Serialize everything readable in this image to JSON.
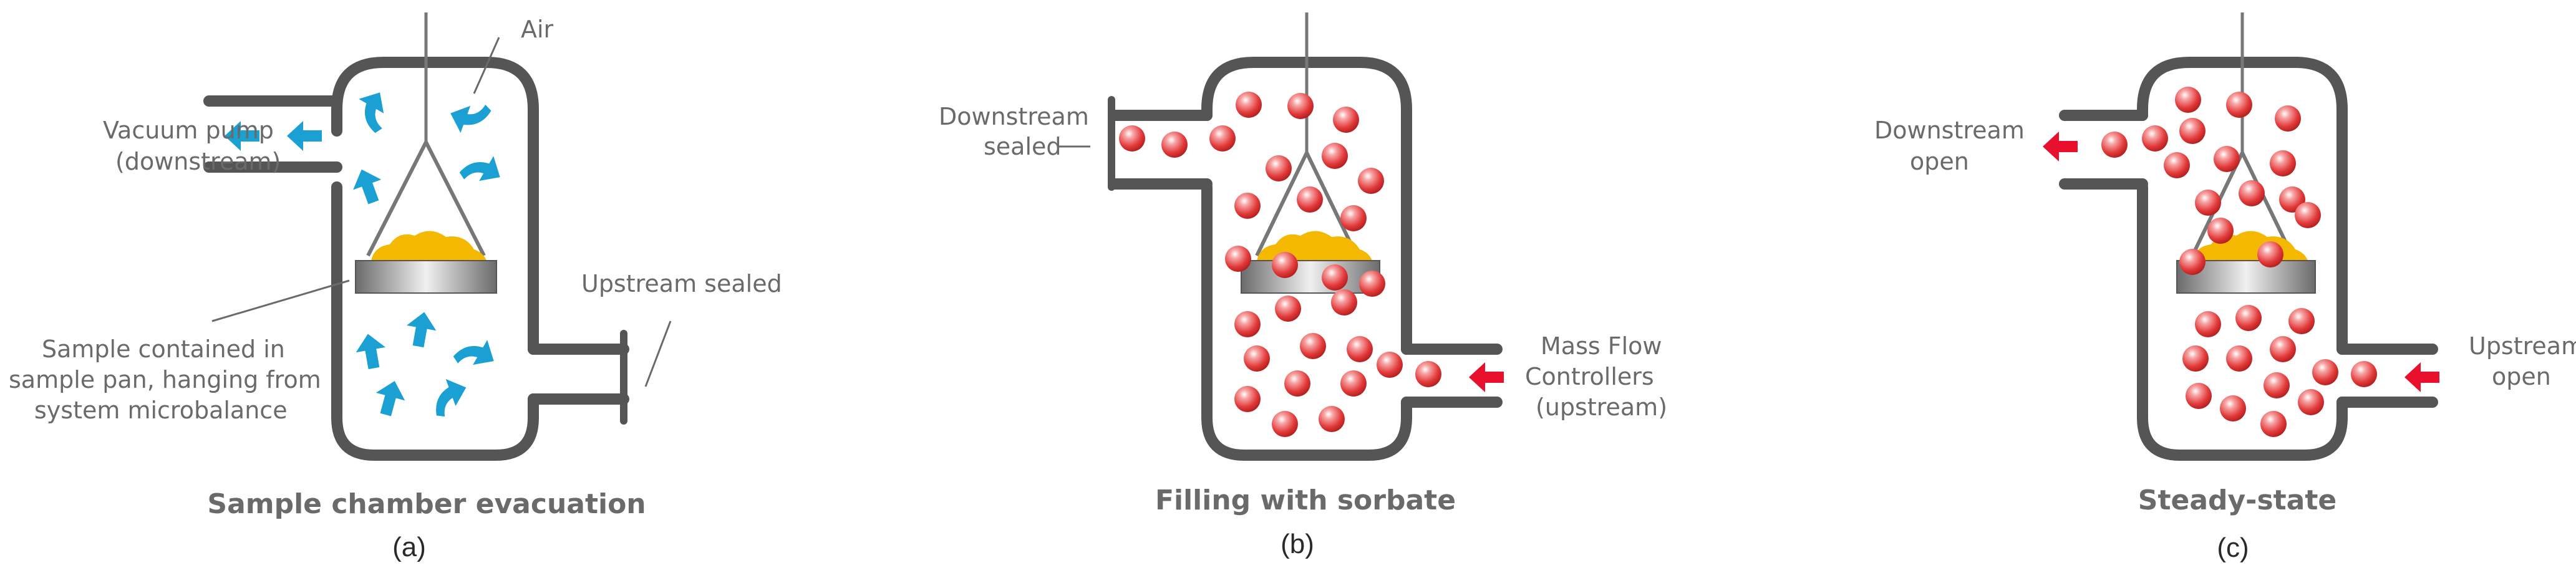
{
  "colors": {
    "chamber": "#555555",
    "label": "#6a6a6a",
    "air_arrow": "#1aa0d2",
    "gas_arrow": "#e8102c",
    "sample": "#f5b800",
    "molecule": "#e23a3a"
  },
  "panels": [
    {
      "id": "a",
      "title": "Sample chamber evacuation",
      "caption": "(a)",
      "labels": {
        "air": "Air",
        "vacuum_line1": "Vacuum pump",
        "vacuum_line2": "(downstream)",
        "upstream": "Upstream sealed",
        "sample_line1": "Sample contained in",
        "sample_line2": "sample pan, hanging from",
        "sample_line3": "system microbalance"
      }
    },
    {
      "id": "b",
      "title": "Filling with sorbate",
      "caption": "(b)",
      "labels": {
        "downstream_line1": "Downstream",
        "downstream_line2": "sealed",
        "mfc_line1": "Mass Flow",
        "mfc_line2": "Controllers",
        "mfc_line3": "(upstream)"
      }
    },
    {
      "id": "c",
      "title": "Steady-state",
      "caption": "(c)",
      "labels": {
        "downstream_line1": "Downstream",
        "downstream_line2": "open",
        "upstream_line1": "Upstream",
        "upstream_line2": "open"
      }
    }
  ]
}
